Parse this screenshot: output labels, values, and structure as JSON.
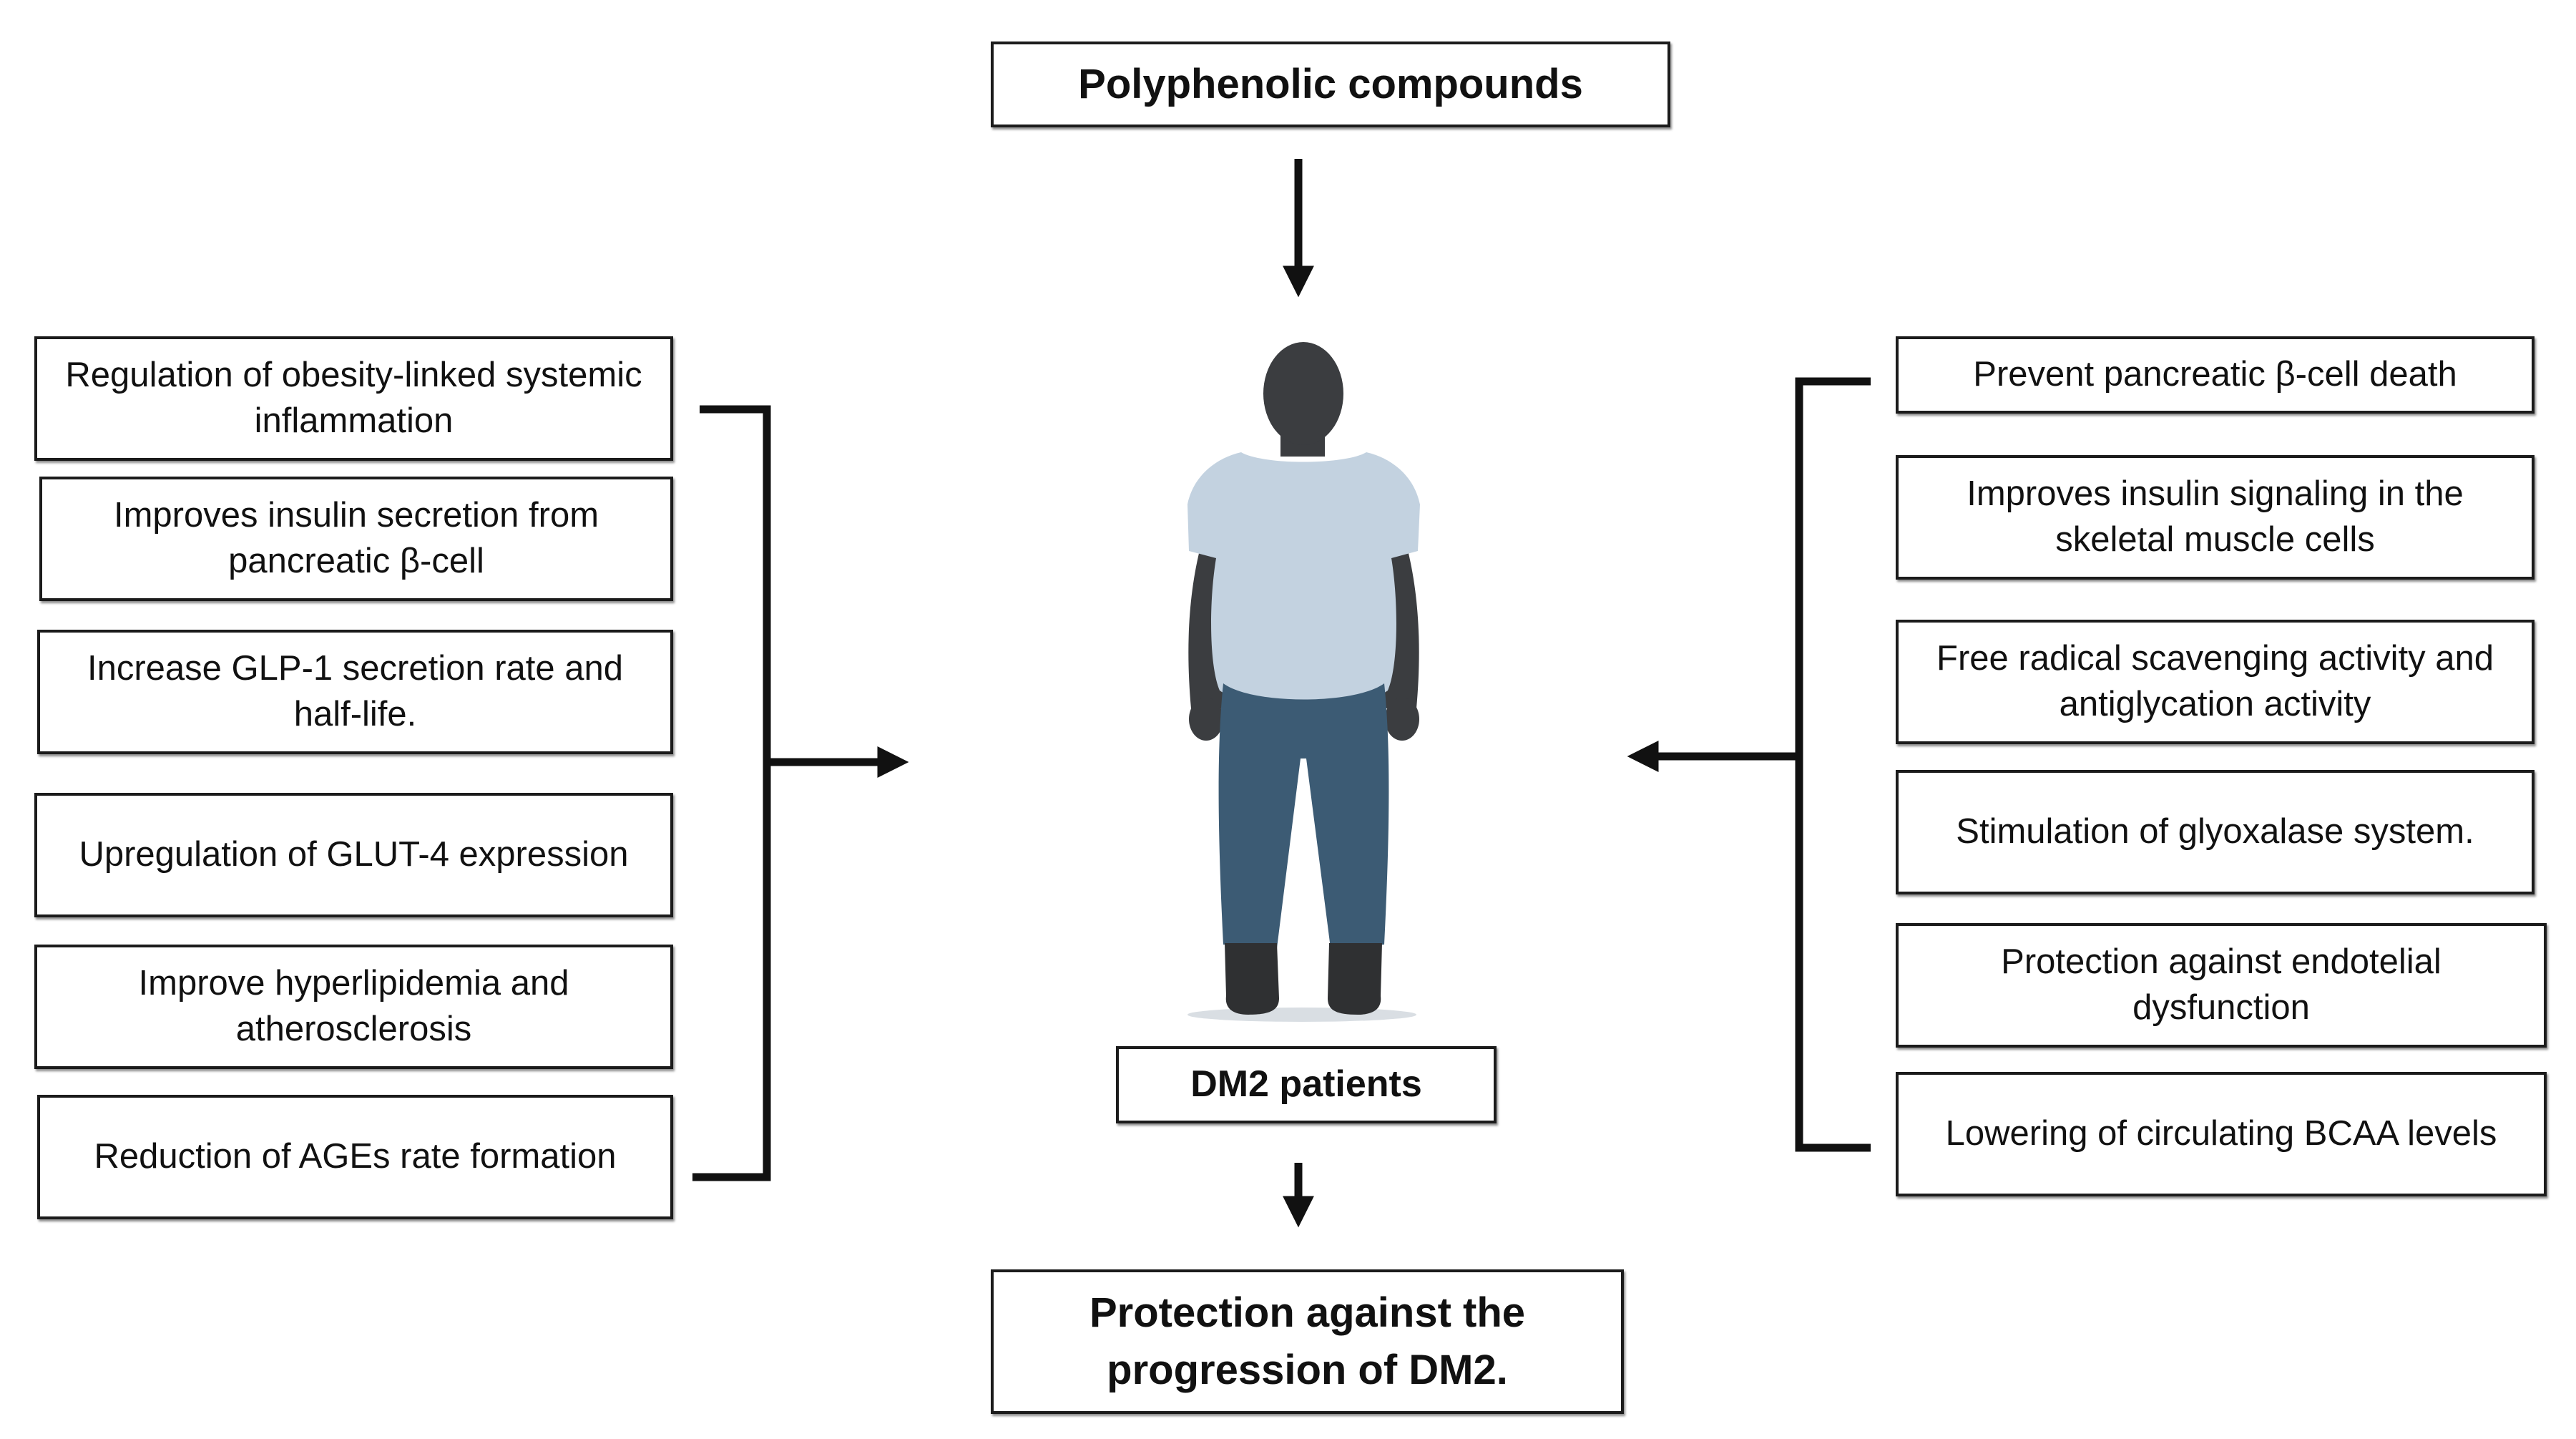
{
  "top": {
    "label": "Polyphenolic compounds"
  },
  "patient": {
    "label": "DM2 patients"
  },
  "outcome": {
    "label": "Protection against the progression of DM2."
  },
  "left_effects": [
    "Regulation of obesity-linked systemic inflammation",
    "Improves insulin secretion from pancreatic β-cell",
    "Increase GLP-1 secretion rate and half-life.",
    "Upregulation of GLUT-4 expression",
    "Improve hyperlipidemia and atherosclerosis",
    "Reduction of AGEs rate formation"
  ],
  "right_effects": [
    "Prevent pancreatic β-cell death",
    "Improves insulin signaling in the skeletal muscle cells",
    "Free radical scavenging activity and antiglycation activity",
    "Stimulation of glyoxalase system.",
    "Protection against endotelial dysfunction",
    "Lowering of circulating BCAA levels"
  ],
  "colors": {
    "border": "#1b1b1b",
    "skin": "#3b3d40",
    "shirt": "#c3d2e0",
    "pants": "#3c5b74",
    "shoes": "#2f3032"
  }
}
